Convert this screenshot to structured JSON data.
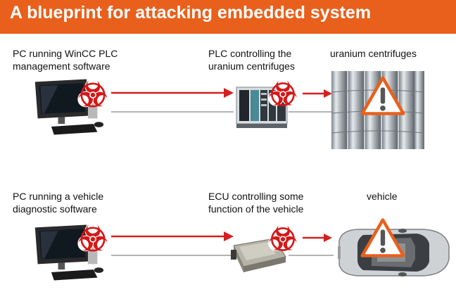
{
  "slide": {
    "title": "A blueprint for attacking embedded system",
    "colors": {
      "accent": "#e8601c",
      "arrow": "#d42020",
      "biohazard": "#d41818",
      "warning_border": "#e8601c"
    }
  },
  "rows": [
    {
      "source_label": [
        "PC running WinCC PLC",
        "management software"
      ],
      "controller_label": [
        "PLC controlling the",
        "uranium centrifuges"
      ],
      "target_label": [
        "uranium centrifuges"
      ],
      "source_icon": "desktop-computer-icon",
      "controller_icon": "plc-module-icon",
      "target_icon": "centrifuges-photo"
    },
    {
      "source_label": [
        "PC running a vehicle",
        "diagnostic software"
      ],
      "controller_label": [
        "ECU controlling some",
        "function of the vehicle"
      ],
      "target_label": [
        "vehicle"
      ],
      "source_icon": "desktop-computer-icon",
      "controller_icon": "ecu-module-icon",
      "target_icon": "car-topview-photo"
    }
  ],
  "symbols": {
    "infection": "biohazard-icon",
    "danger": "warning-triangle-icon",
    "danger_glyph": "!"
  }
}
